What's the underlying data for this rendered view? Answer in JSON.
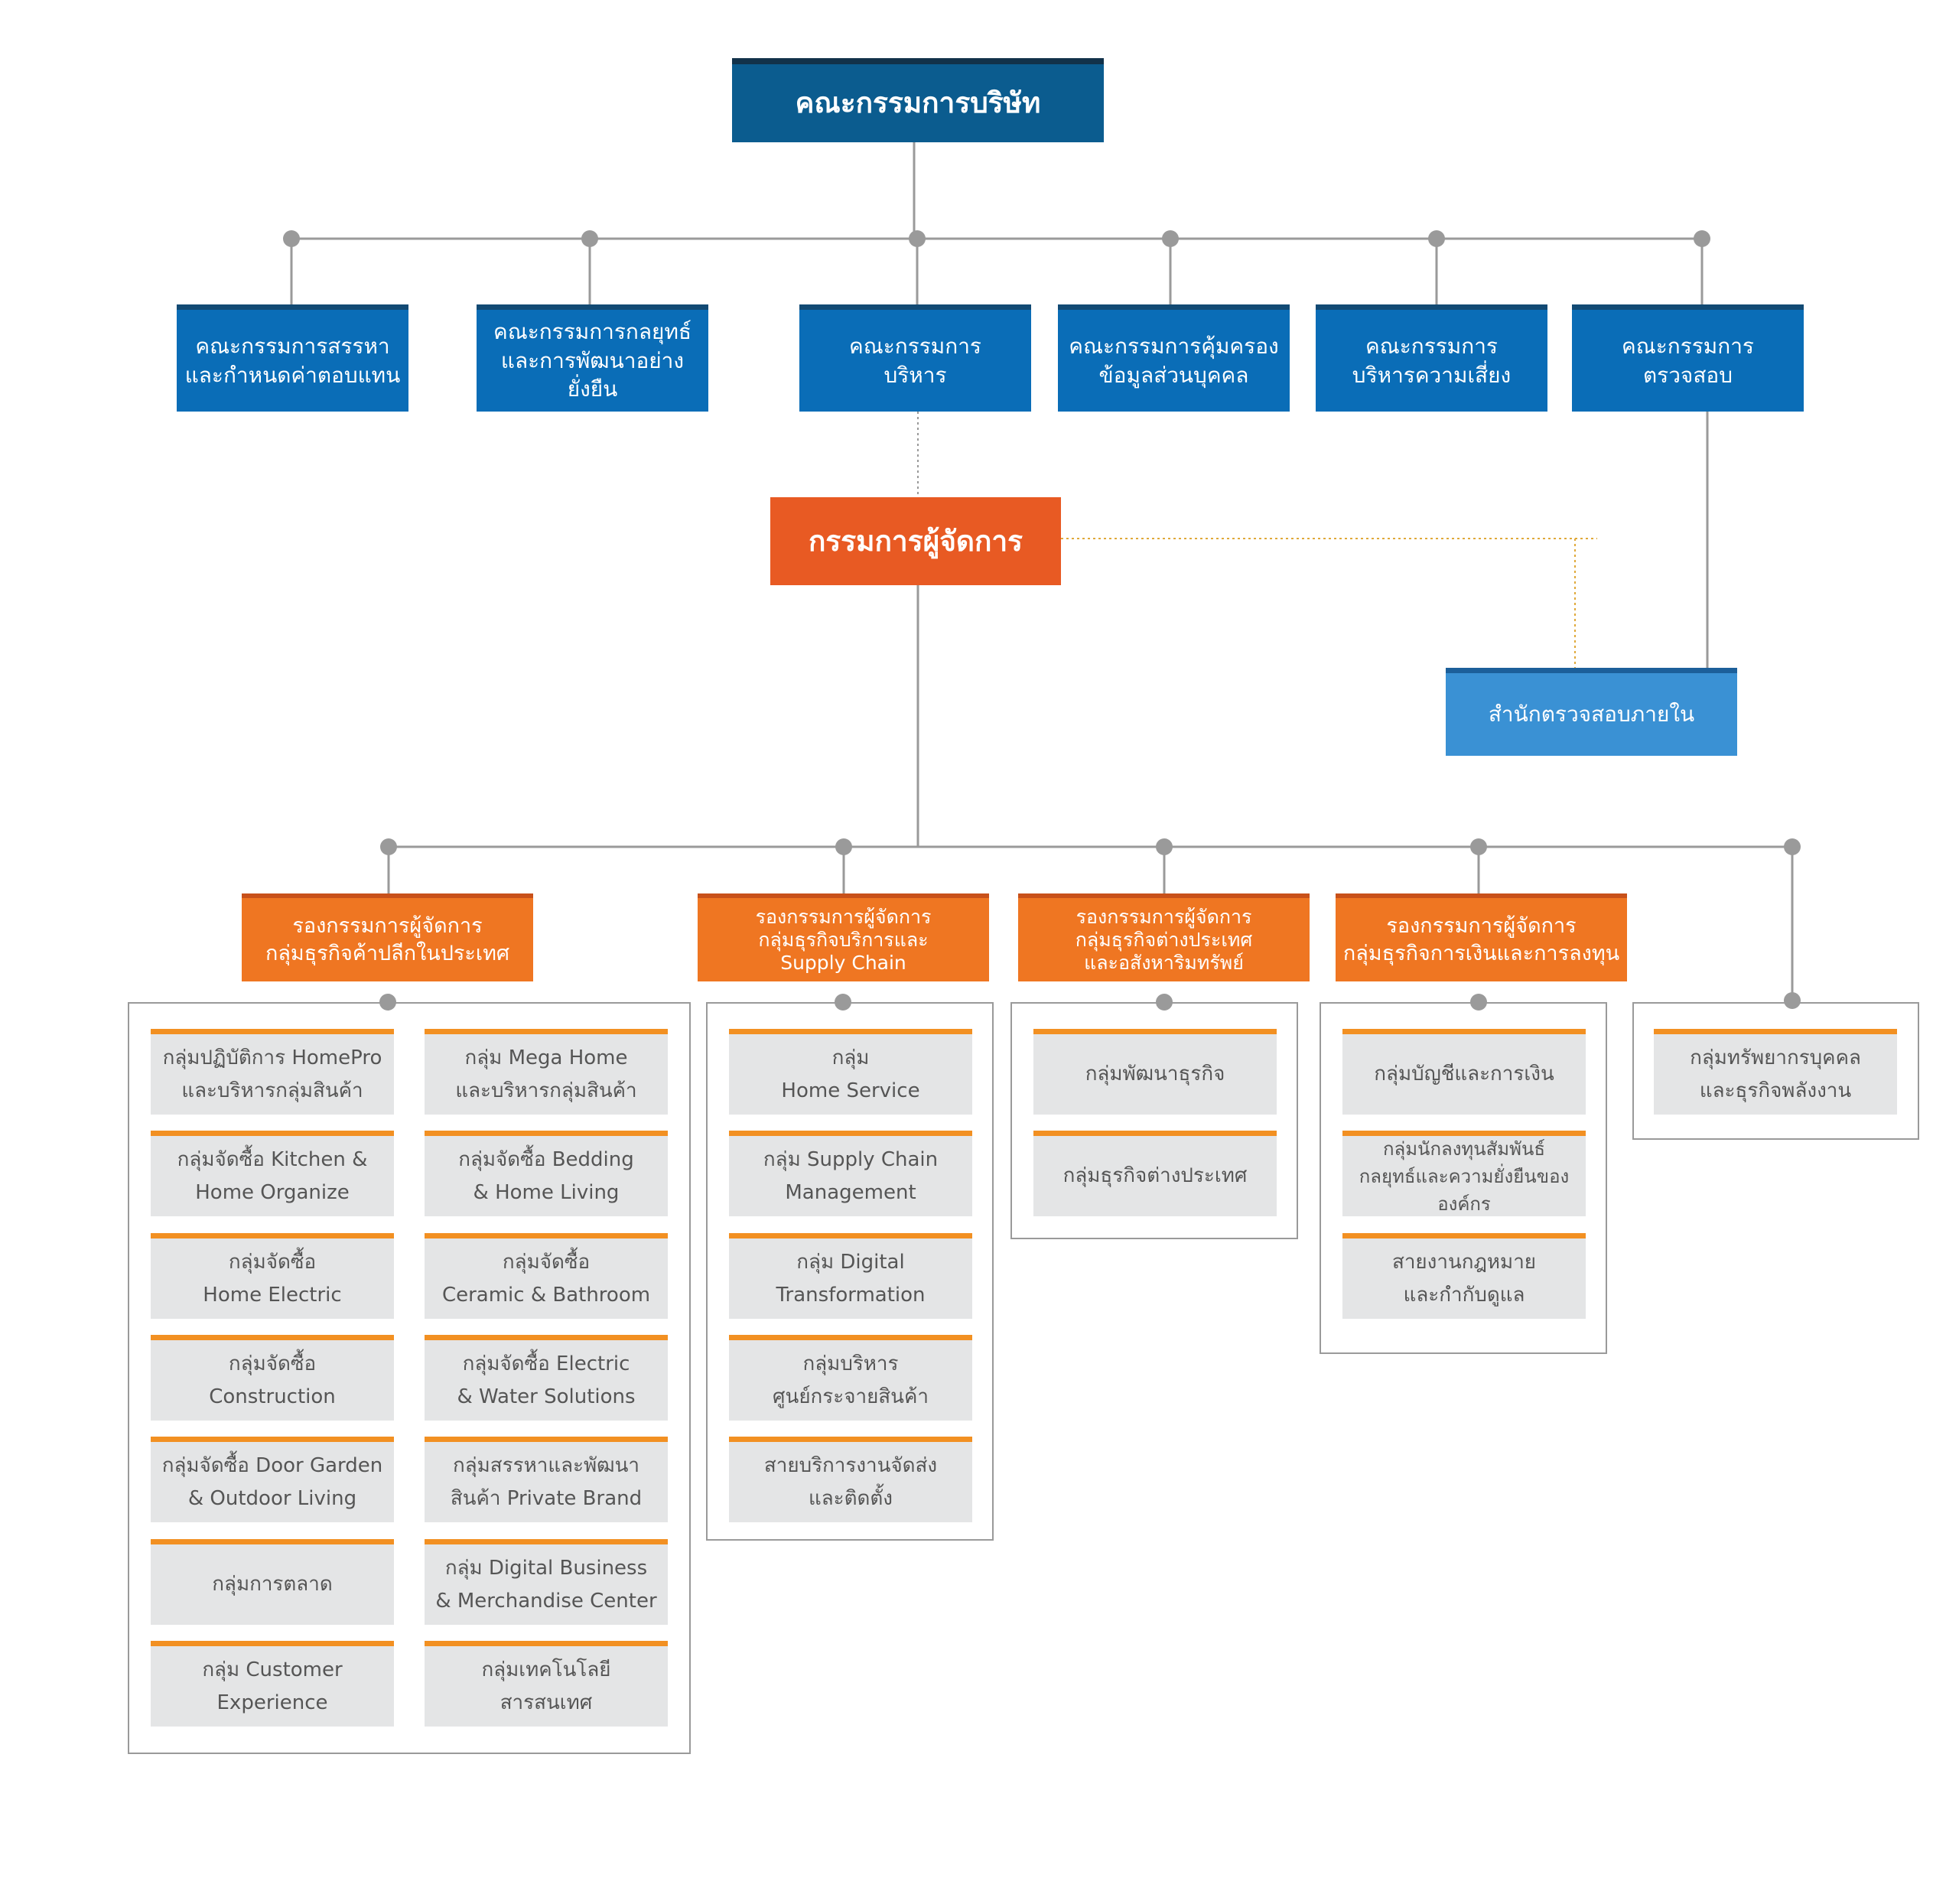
{
  "board": {
    "lines": [
      "คณะกรรมการบริษัท"
    ]
  },
  "committees": [
    {
      "lines": [
        "คณะกรรมการสรรหา",
        "และกำหนดค่าตอบแทน"
      ]
    },
    {
      "lines": [
        "คณะกรรมการกลยุทธ์",
        "และการพัฒนาอย่างยั่งยืน"
      ]
    },
    {
      "lines": [
        "คณะกรรมการ",
        "บริหาร"
      ]
    },
    {
      "lines": [
        "คณะกรรมการคุ้มครอง",
        "ข้อมูลส่วนบุคคล"
      ]
    },
    {
      "lines": [
        "คณะกรรมการ",
        "บริหารความเสี่ยง"
      ]
    },
    {
      "lines": [
        "คณะกรรมการ",
        "ตรวจสอบ"
      ]
    }
  ],
  "ceo": {
    "lines": [
      "กรรมการผู้จัดการ"
    ]
  },
  "internal_audit": {
    "lines": [
      "สำนักตรวจสอบภายใน"
    ]
  },
  "deputies": [
    {
      "lines": [
        "รองกรรมการผู้จัดการ",
        "กลุ่มธุรกิจค้าปลีกในประเทศ"
      ]
    },
    {
      "lines": [
        "รองกรรมการผู้จัดการ",
        "กลุ่มธุรกิจบริการและ",
        "Supply Chain"
      ]
    },
    {
      "lines": [
        "รองกรรมการผู้จัดการ",
        "กลุ่มธุรกิจต่างประเทศ",
        "และอสังหาริมทรัพย์"
      ]
    },
    {
      "lines": [
        "รองกรรมการผู้จัดการ",
        "กลุ่มธุรกิจการเงินและการลงทุน"
      ]
    }
  ],
  "groups": [
    {
      "units": [
        {
          "lines": [
            "กลุ่มปฏิบัติการ HomePro",
            "และบริหารกลุ่มสินค้า"
          ]
        },
        {
          "lines": [
            "กลุ่ม Mega Home",
            "และบริหารกลุ่มสินค้า"
          ]
        },
        {
          "lines": [
            "กลุ่มจัดซื้อ Kitchen &",
            "Home Organize"
          ]
        },
        {
          "lines": [
            "กลุ่มจัดซื้อ Bedding",
            "& Home Living"
          ]
        },
        {
          "lines": [
            "กลุ่มจัดซื้อ",
            "Home Electric"
          ]
        },
        {
          "lines": [
            "กลุ่มจัดซื้อ",
            "Ceramic & Bathroom"
          ]
        },
        {
          "lines": [
            "กลุ่มจัดซื้อ",
            "Construction"
          ]
        },
        {
          "lines": [
            "กลุ่มจัดซื้อ Electric",
            "& Water Solutions"
          ]
        },
        {
          "lines": [
            "กลุ่มจัดซื้อ Door Garden",
            "& Outdoor Living"
          ]
        },
        {
          "lines": [
            "กลุ่มสรรหาและพัฒนา",
            "สินค้า Private Brand"
          ]
        },
        {
          "lines": [
            "กลุ่มการตลาด"
          ]
        },
        {
          "lines": [
            "กลุ่ม Digital Business",
            "& Merchandise Center"
          ]
        },
        {
          "lines": [
            "กลุ่ม Customer",
            "Experience"
          ]
        },
        {
          "lines": [
            "กลุ่มเทคโนโลยี",
            "สารสนเทศ"
          ]
        }
      ]
    },
    {
      "units": [
        {
          "lines": [
            "กลุ่ม",
            "Home Service"
          ]
        },
        {
          "lines": [
            "กลุ่ม Supply Chain",
            "Management"
          ]
        },
        {
          "lines": [
            "กลุ่ม Digital",
            "Transformation"
          ]
        },
        {
          "lines": [
            "กลุ่มบริหาร",
            "ศูนย์กระจายสินค้า"
          ]
        },
        {
          "lines": [
            "สายบริการงานจัดส่ง",
            "และติดตั้ง"
          ]
        }
      ]
    },
    {
      "units": [
        {
          "lines": [
            "กลุ่มพัฒนาธุรกิจ"
          ]
        },
        {
          "lines": [
            "กลุ่มธุรกิจต่างประเทศ"
          ]
        }
      ]
    },
    {
      "units": [
        {
          "lines": [
            "กลุ่มบัญชีและการเงิน"
          ]
        },
        {
          "lines": [
            "กลุ่มนักลงทุนสัมพันธ์",
            "กลยุทธ์และความยั่งยืนขององค์กร"
          ]
        },
        {
          "lines": [
            "สายงานกฎหมาย",
            "และกำกับดูแล"
          ]
        }
      ]
    },
    {
      "units": [
        {
          "lines": [
            "กลุ่มทรัพยากรบุคคล",
            "และธุรกิจพลังงาน"
          ]
        }
      ]
    }
  ],
  "colors": {
    "board": "#0b5c8f",
    "committee": "#0a6db7",
    "ceo": "#e85a23",
    "audit": "#3a91d4",
    "deputy": "#ef7622",
    "unit_fill": "#e4e5e6",
    "unit_accent": "#f29022",
    "connector": "#9a9a9a",
    "dotted_link": "#e0a93a"
  }
}
